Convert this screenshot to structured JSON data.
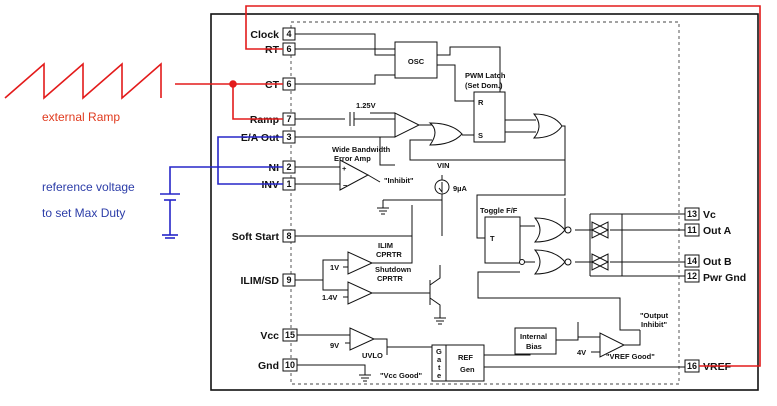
{
  "annotations": {
    "external_ramp": "external Ramp",
    "reference_line1": "reference voltage",
    "reference_line2": "to set Max Duty"
  },
  "colors": {
    "red_wire": "#e31b1b",
    "blue_wire": "#2626c8",
    "red_text": "#e03a1e",
    "blue_text": "#2c3da8"
  },
  "pins_left": [
    {
      "label": "Clock",
      "num": "4"
    },
    {
      "label": "RT",
      "num": "6"
    },
    {
      "label": "CT",
      "num": "6"
    },
    {
      "label": "Ramp",
      "num": "7"
    },
    {
      "label": "E/A Out",
      "num": "3"
    },
    {
      "label": "NI",
      "num": "2"
    },
    {
      "label": "INV",
      "num": "1"
    },
    {
      "label": "Soft Start",
      "num": "8"
    },
    {
      "label": "ILIM/SD",
      "num": "9"
    },
    {
      "label": "Vcc",
      "num": "15"
    },
    {
      "label": "Gnd",
      "num": "10"
    }
  ],
  "pins_right": [
    {
      "label": "Vc",
      "num": "13"
    },
    {
      "label": "Out A",
      "num": "11"
    },
    {
      "label": "Out B",
      "num": "14"
    },
    {
      "label": "Pwr Gnd",
      "num": "12"
    },
    {
      "label": "VREF",
      "num": "16"
    }
  ],
  "blocks": {
    "osc": "OSC",
    "pwm_latch_line1": "PWM Latch",
    "pwm_latch_line2": "(Set Dom.)",
    "latch_r": "R",
    "latch_s": "S",
    "toggle_ff": "Toggle F/F",
    "toggle_t": "T",
    "internal_bias_1": "Internal",
    "internal_bias_2": "Bias",
    "ref_gen_1": "REF",
    "ref_gen_2": "Gen",
    "gate_1": "G",
    "gate_2": "a",
    "gate_3": "t",
    "gate_4": "e"
  },
  "labels": {
    "v125": "1.25V",
    "wide_bw_1": "Wide Bandwidth",
    "wide_bw_2": "Error Amp",
    "inhibit": "\"Inhibit\"",
    "vin": "VIN",
    "ua9": "9µA",
    "ilim_1": "ILIM",
    "ilim_2": "CPRTR",
    "shutdown_1": "Shutdown",
    "shutdown_2": "CPRTR",
    "v1": "1V",
    "v14": "1.4V",
    "v9": "9V",
    "uvlo": "UVLO",
    "vcc_good": "\"Vcc Good\"",
    "v4": "4V",
    "vref_good": "\"VREF Good\"",
    "output_inhibit_1": "\"Output",
    "output_inhibit_2": "Inhibit\""
  }
}
